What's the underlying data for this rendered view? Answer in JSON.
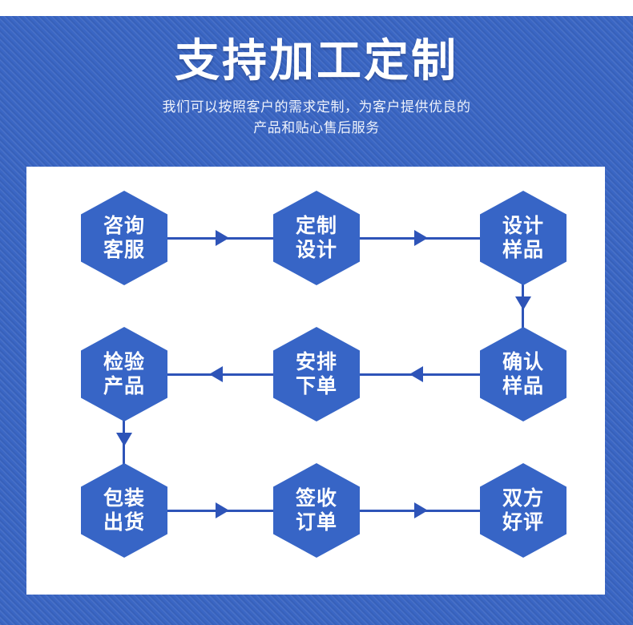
{
  "header": {
    "title": "支持加工定制",
    "subtitle_line1": "我们可以按照客户的需求定制，为客户提供优良的",
    "subtitle_line2": "产品和贴心售后服务"
  },
  "colors": {
    "banner_blue": "#3a66c4",
    "hex_blue": "#3765c6",
    "connector_blue": "#2e54b8",
    "card_white": "#ffffff",
    "text_white": "#ffffff"
  },
  "flow": {
    "nodes": [
      {
        "id": "r1c1",
        "line1": "咨询",
        "line2": "客服"
      },
      {
        "id": "r1c2",
        "line1": "定制",
        "line2": "设计"
      },
      {
        "id": "r1c3",
        "line1": "设计",
        "line2": "样品"
      },
      {
        "id": "r2c1",
        "line1": "检验",
        "line2": "产品"
      },
      {
        "id": "r2c2",
        "line1": "安排",
        "line2": "下单"
      },
      {
        "id": "r2c3",
        "line1": "确认",
        "line2": "样品"
      },
      {
        "id": "r3c1",
        "line1": "包装",
        "line2": "出货"
      },
      {
        "id": "r3c2",
        "line1": "签收",
        "line2": "订单"
      },
      {
        "id": "r3c3",
        "line1": "双方",
        "line2": "好评"
      }
    ],
    "connectors": [
      {
        "id": "r1-a",
        "from": "r1c1",
        "to": "r1c2",
        "direction": "right"
      },
      {
        "id": "r1-b",
        "from": "r1c2",
        "to": "r1c3",
        "direction": "right"
      },
      {
        "id": "v-right",
        "from": "r1c3",
        "to": "r2c3",
        "direction": "down"
      },
      {
        "id": "r2-b",
        "from": "r2c3",
        "to": "r2c2",
        "direction": "left"
      },
      {
        "id": "r2-a",
        "from": "r2c2",
        "to": "r2c1",
        "direction": "left"
      },
      {
        "id": "v-left",
        "from": "r2c1",
        "to": "r3c1",
        "direction": "down"
      },
      {
        "id": "r3-a",
        "from": "r3c1",
        "to": "r3c2",
        "direction": "right"
      },
      {
        "id": "r3-b",
        "from": "r3c2",
        "to": "r3c3",
        "direction": "right"
      }
    ]
  }
}
